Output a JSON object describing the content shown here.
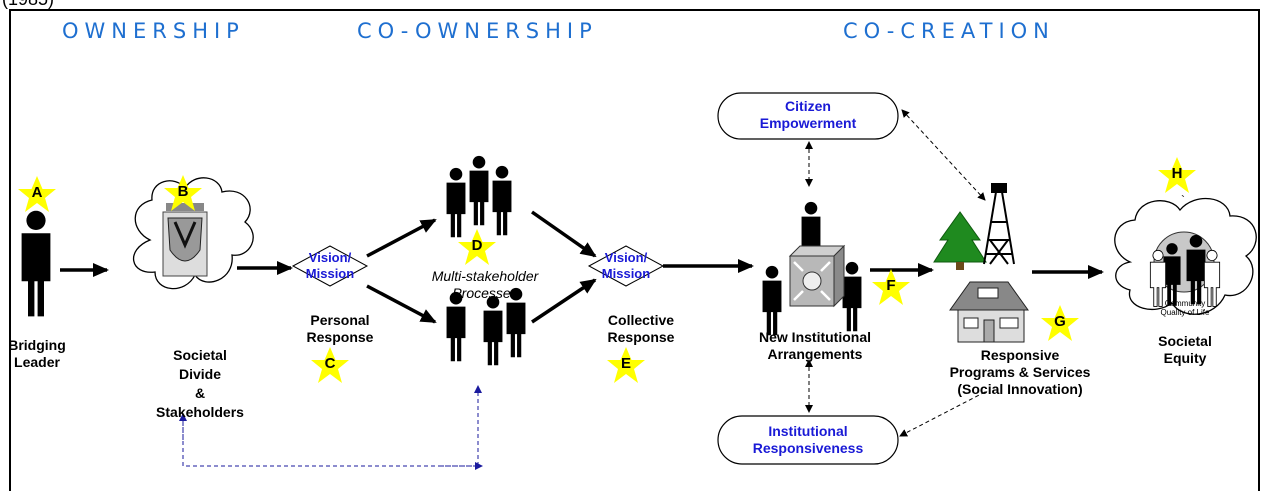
{
  "top_partial_text": "(1985)",
  "phases": {
    "ownership": "OWNERSHIP",
    "co_ownership": "CO-OWNERSHIP",
    "co_creation": "CO-CREATION"
  },
  "stars": {
    "a": "A",
    "b": "B",
    "c": "C",
    "d": "D",
    "e": "E",
    "f": "F",
    "g": "G",
    "h": "H"
  },
  "nodes": {
    "bridging_leader": [
      "Bridging",
      "Leader"
    ],
    "societal_divide": [
      "Societal",
      "Divide",
      "&",
      "Stakeholders"
    ],
    "vision1": [
      "Vision/",
      "Mission"
    ],
    "personal_response": [
      "Personal",
      "Response"
    ],
    "multi_stakeholder": [
      "Multi-stakeholder",
      "Processes"
    ],
    "vision2": [
      "Vision/",
      "Mission"
    ],
    "collective_response": [
      "Collective",
      "Response"
    ],
    "new_institutional": [
      "New Institutional",
      "Arrangements"
    ],
    "citizen_empowerment": [
      "Citizen",
      "Empowerment"
    ],
    "institutional_responsiveness": [
      "Institutional",
      "Responsiveness"
    ],
    "responsive_programs": [
      "Responsive",
      "Programs & Services",
      "(Social Innovation)"
    ],
    "community_label": [
      "Community",
      "Quality of Life"
    ],
    "societal_equity": [
      "Societal",
      "Equity"
    ],
    "backtick": "`"
  },
  "colors": {
    "phase_text": "#1e6fd0",
    "blue_text": "#1a1ad6",
    "star_fill": "#ffff00",
    "arrow": "#000000",
    "dashed_blue": "#1a1a9e"
  }
}
